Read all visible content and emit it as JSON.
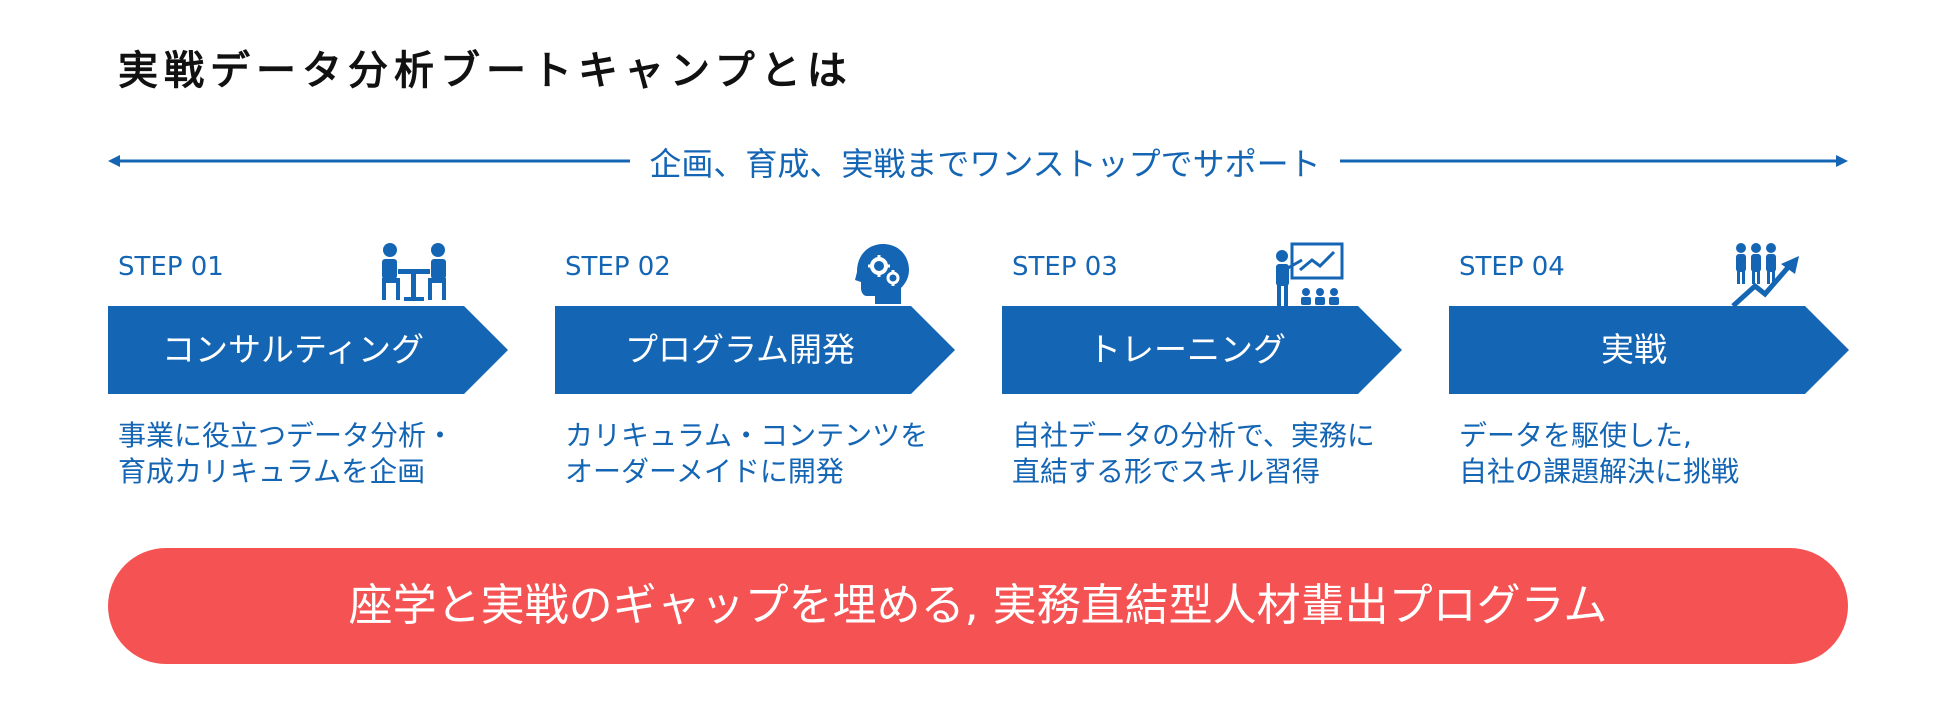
{
  "title": "実戦データ分析ブートキャンプとは",
  "tagline": "企画、育成、実戦までワンストップでサポート",
  "colors": {
    "blue": "#1465B4",
    "red": "#F55353"
  },
  "steps": [
    {
      "label": "STEP 01",
      "banner": "コンサルティング",
      "icon": "meeting-icon",
      "desc": [
        "事業に役立つデータ分析・",
        "育成カリキュラムを企画"
      ]
    },
    {
      "label": "STEP 02",
      "banner": "プログラム開発",
      "icon": "brain-gears-icon",
      "desc": [
        "カリキュラム・コンテンツを",
        "オーダーメイドに開発"
      ]
    },
    {
      "label": "STEP 03",
      "banner": "トレーニング",
      "icon": "presentation-icon",
      "desc": [
        "自社データの分析で、実務に",
        "直結する形でスキル習得"
      ]
    },
    {
      "label": "STEP 04",
      "banner": "実戦",
      "icon": "team-growth-icon",
      "desc": [
        "データを駆使した,",
        "自社の課題解決に挑戦"
      ]
    }
  ],
  "bottom": "座学と実戦のギャップを埋める, 実務直結型人材輩出プログラム"
}
